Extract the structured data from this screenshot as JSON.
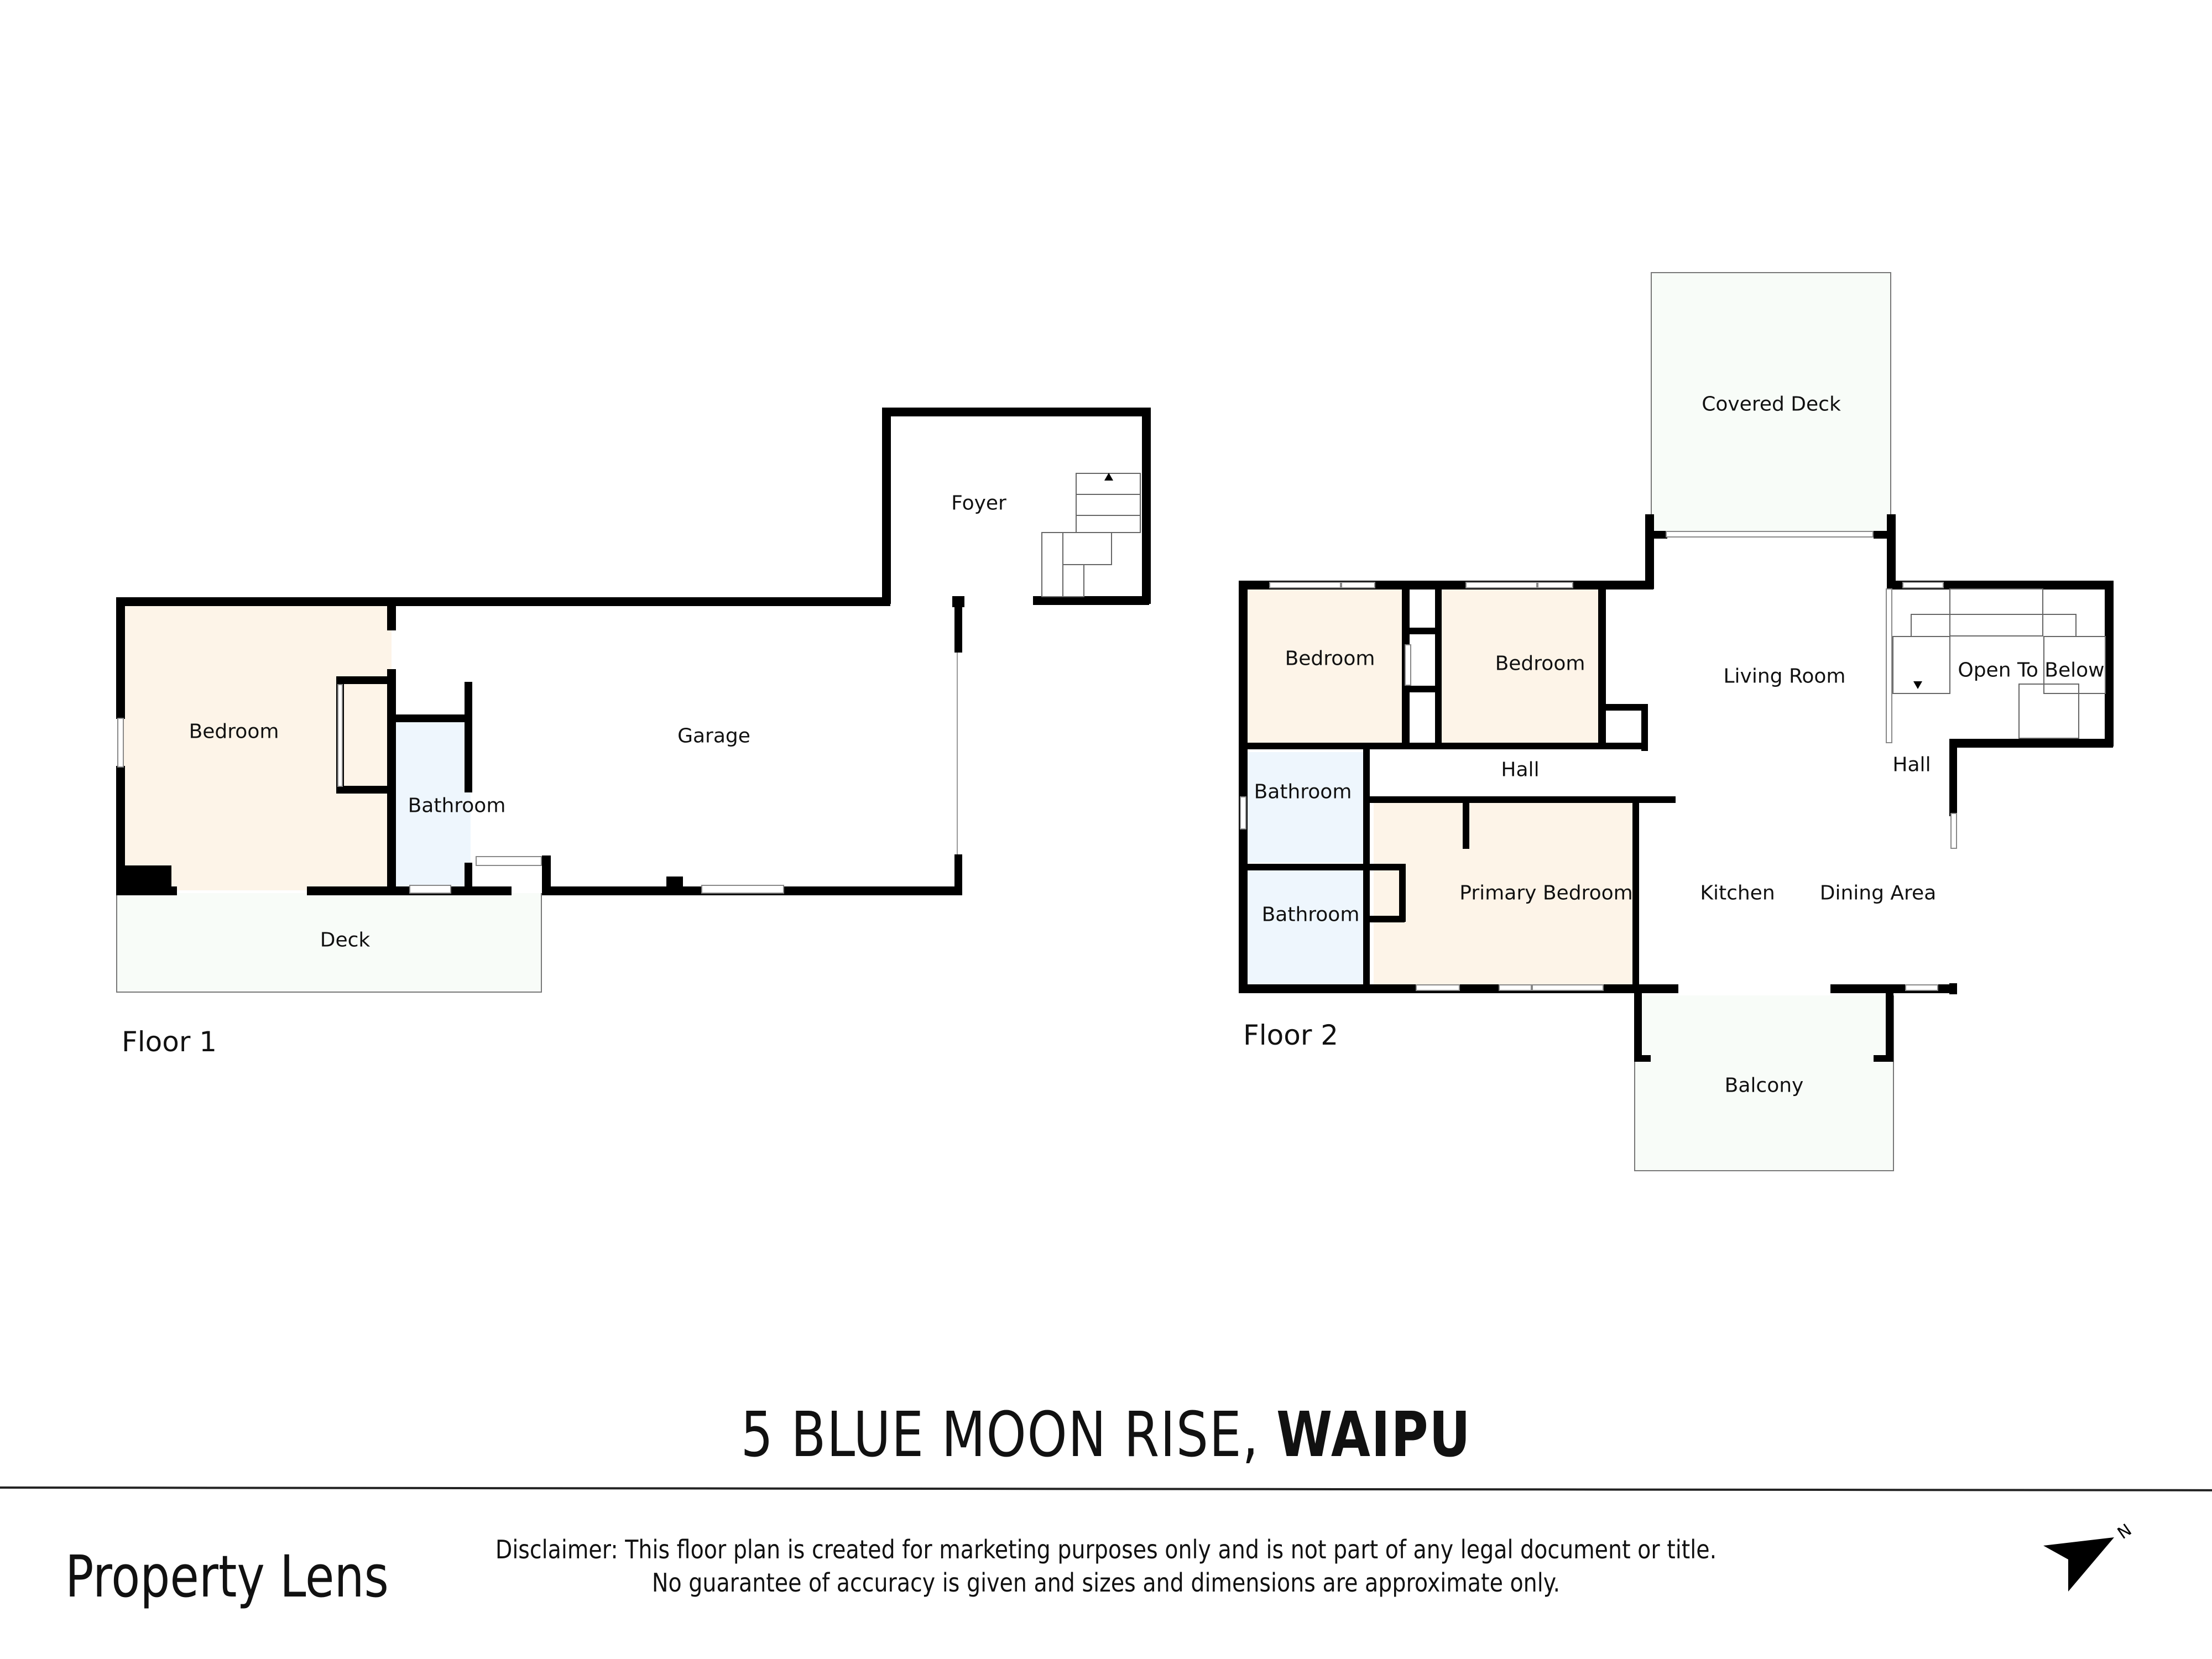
{
  "title": {
    "address_regular": "5 BLUE MOON RISE, ",
    "address_bold": "WAIPU"
  },
  "floors": [
    {
      "name": "Floor 1",
      "rooms": [
        {
          "label": "Foyer"
        },
        {
          "label": "Bedroom"
        },
        {
          "label": "Bathroom"
        },
        {
          "label": "Garage"
        },
        {
          "label": "Deck"
        }
      ]
    },
    {
      "name": "Floor 2",
      "rooms": [
        {
          "label": "Covered Deck"
        },
        {
          "label": "Bedroom"
        },
        {
          "label": "Bedroom"
        },
        {
          "label": "Living Room"
        },
        {
          "label": "Open To Below"
        },
        {
          "label": "Hall"
        },
        {
          "label": "Hall"
        },
        {
          "label": "Bathroom"
        },
        {
          "label": "Bathroom"
        },
        {
          "label": "Primary Bedroom"
        },
        {
          "label": "Kitchen"
        },
        {
          "label": "Dining Area"
        },
        {
          "label": "Balcony"
        }
      ]
    }
  ],
  "footer": {
    "brand": "Property Lens",
    "disclaimer_line1": "Disclaimer: This floor plan is created for marketing purposes only and is not part of any legal document or title.",
    "disclaimer_line2": "No guarantee of accuracy is given and sizes and dimensions are approximate only.",
    "compass_label": "N"
  },
  "colors": {
    "bedroom_fill": "#fdf4e8",
    "bathroom_fill": "#eef6fd",
    "outdoor_fill": "#f8fcf8",
    "wall": "#000000"
  }
}
